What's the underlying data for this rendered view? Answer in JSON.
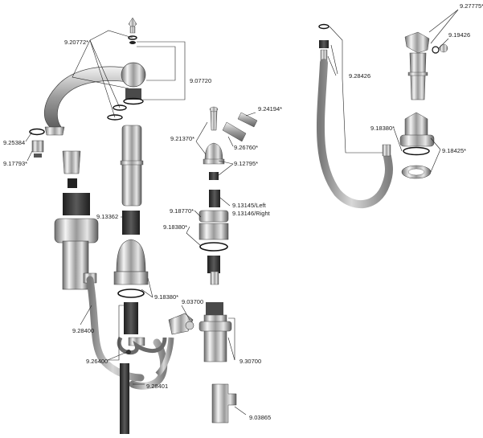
{
  "labels": {
    "spout_kit": "9.20772*",
    "lever_handle_assembly": "9.07720",
    "handle_lever": "9.24194*",
    "handle_cap": "9.21370*",
    "handle_base": "9.26760*",
    "bonnet_nut": "9.12795*",
    "spout_oring": "9.25384",
    "spout_aerator": "9.17793*",
    "cartridge_left": "9.13145/Left",
    "cartridge_right": "9.13146/Right",
    "valve_seat": "9.18770*",
    "valve_oring": "9.18380*",
    "spout_nut": "9.13362",
    "spout_base_oring": "9.18380*",
    "tee_connector": "9.03700",
    "supply_hose": "9.28400",
    "waterway": "9.26400",
    "side_hose": "9.28401",
    "valve_body": "9.30700",
    "diverter_tee": "9.03865",
    "spray_hose": "9.28426",
    "spray_handle": "9.27775*",
    "spray_oring": "9.19426",
    "spray_base_oring": "9.18380*",
    "spray_base": "9.18425*"
  }
}
